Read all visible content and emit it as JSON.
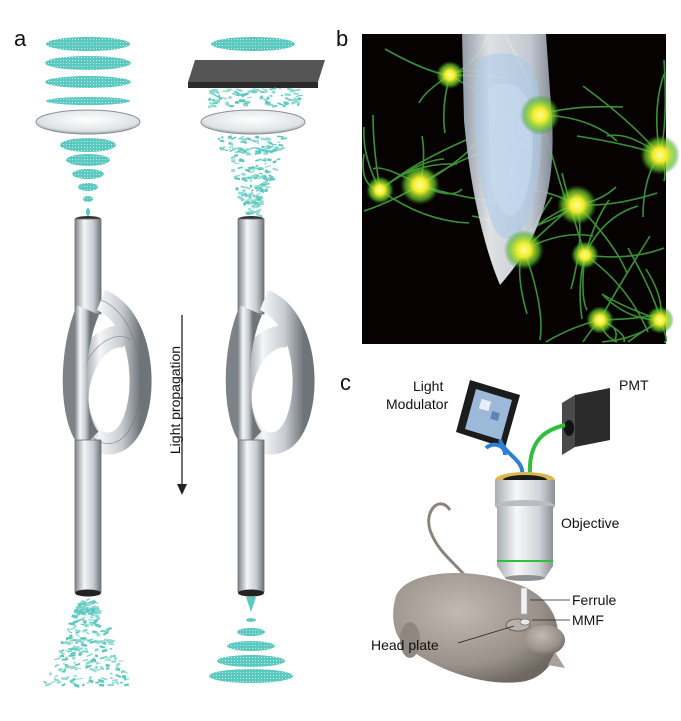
{
  "panels": {
    "a": "a",
    "b": "b",
    "c": "c"
  },
  "arrow_label": "Light propagation",
  "labels": {
    "light_modulator_line1": "Light",
    "light_modulator_line2": "Modulator",
    "pmt": "PMT",
    "objective": "Objective",
    "ferrule": "Ferrule",
    "mmf": "MMF",
    "head_plate": "Head plate"
  },
  "colors": {
    "wavefront": "#5cc9c0",
    "fiber": "#c8ccd0",
    "neuron_glow": "#f4f23a",
    "dendrite": "#3fa33a",
    "panel_b_bg": "#070202",
    "blue_fiber": "#2b7fd6",
    "green_fiber": "#2fbf3a",
    "mouse": "#9a928a"
  }
}
